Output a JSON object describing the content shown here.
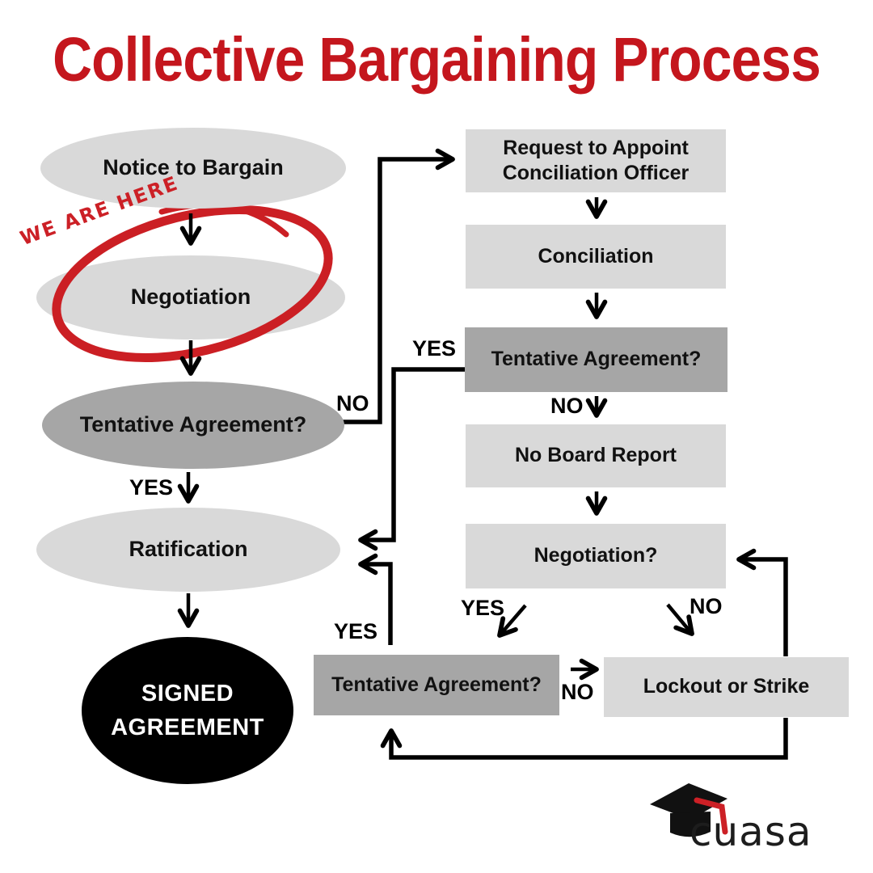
{
  "title": "Collective Bargaining Process",
  "annotation": "WE ARE HERE",
  "nodes": {
    "notice": "Notice to Bargain",
    "negotiation": "Negotiation",
    "tentative_left": "Tentative Agreement?",
    "ratification": "Ratification",
    "signed": "SIGNED\nAGREEMENT",
    "request": "Request to Appoint\nConciliation Officer",
    "conciliation": "Conciliation",
    "tentative_mid": "Tentative Agreement?",
    "no_board": "No Board Report",
    "negotiation_q": "Negotiation?",
    "tentative_bottom": "Tentative Agreement?",
    "lockout": "Lockout or Strike"
  },
  "edge_labels": {
    "no_left": "NO",
    "yes_left": "YES",
    "yes_mid": "YES",
    "no_mid": "NO",
    "yes_bottom_left": "YES",
    "yes_diag": "YES",
    "no_diag": "NO",
    "no_bottom": "NO"
  },
  "logo": "cuasa",
  "colors": {
    "title_red": "#c4161d",
    "marker_red": "#cc2026",
    "light_gray": "#d9d9d9",
    "dark_gray": "#a6a6a6",
    "node_black": "#000000"
  }
}
